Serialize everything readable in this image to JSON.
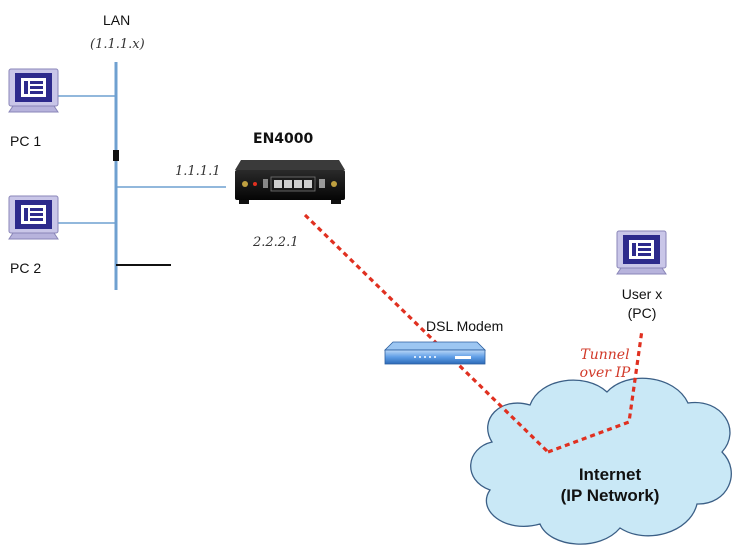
{
  "lan": {
    "title": "LAN",
    "subnet": "(1.1.1.x)"
  },
  "pcs": [
    {
      "label": "PC 1",
      "icon": "pc-icon"
    },
    {
      "label": "PC 2",
      "icon": "pc-icon"
    }
  ],
  "router": {
    "name": "EN4000",
    "lan_ip": "1.1.1.1",
    "wan_ip": "2.2.2.1",
    "icon": "router-icon"
  },
  "modem": {
    "label": "DSL Modem",
    "icon": "dsl-modem-icon"
  },
  "remote_user": {
    "label_line1": "User x",
    "label_line2": "(PC)",
    "icon": "pc-icon"
  },
  "tunnel": {
    "line1": "Tunnel",
    "line2": "over IP"
  },
  "internet": {
    "line1": "Internet",
    "line2": "(IP Network)",
    "icon": "cloud-icon"
  },
  "colors": {
    "lan_line": "#6fa0d0",
    "tunnel": "#e03020",
    "pc_purple": "#2d2a8c",
    "pc_screen": "#c9c6e8",
    "cloud_fill": "#c9e8f6",
    "cloud_stroke": "#3b5f86",
    "modem_blue": "#3d82d4"
  }
}
